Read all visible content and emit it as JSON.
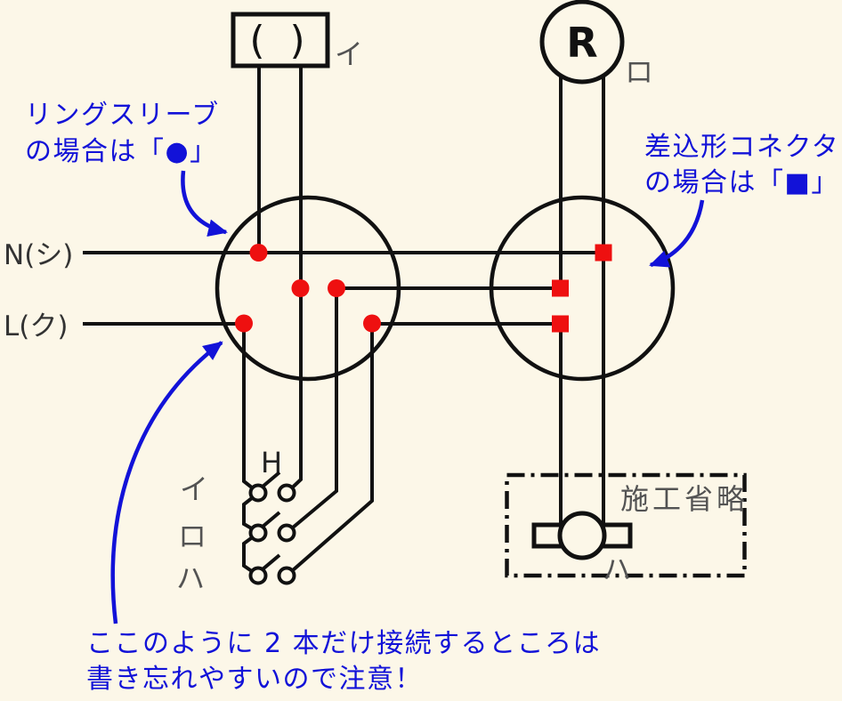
{
  "colors": {
    "background": "#FCF7E8",
    "line": "#111111",
    "ring_sleeve_red": "#EE1010",
    "annotation_blue": "#1212D8",
    "label_gray": "#535353",
    "label_dark": "#333333"
  },
  "components": {
    "lamp_i": {
      "symbol": "( )",
      "label": "イ"
    },
    "receptacle": {
      "symbol": "R",
      "label": "ロ"
    },
    "lines": {
      "neutral": "N(シ)",
      "live": "L(ク)"
    },
    "switches": {
      "h_mark": "H",
      "items": [
        "イ",
        "ロ",
        "ハ"
      ]
    },
    "omitted_box": {
      "label": "施工省略"
    },
    "lamp_ha": {
      "label": "ハ"
    }
  },
  "annotations": {
    "ring_sleeve": {
      "line1": "リングスリーブ",
      "line2": "の場合は「●」"
    },
    "connector": {
      "line1": "差込形コネクタ",
      "line2": "の場合は「■」"
    },
    "note": {
      "line1": "ここのように 2 本だけ接続するところは",
      "line2": "書き忘れやすいので注意！"
    }
  }
}
